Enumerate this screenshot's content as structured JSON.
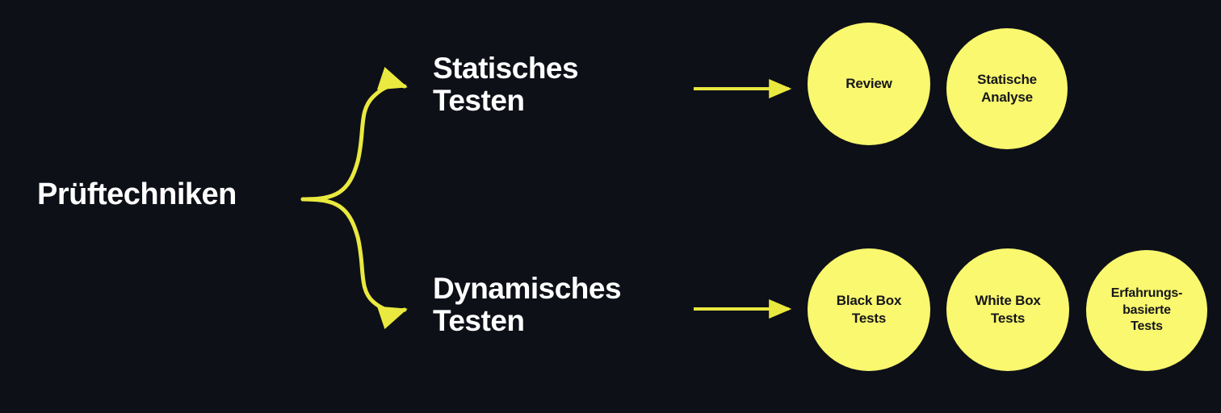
{
  "theme": {
    "background": "#0e1018",
    "circle_fill": "#f9f86e",
    "connector_yellow": "#e9e93f",
    "node_text_color": "#ffffff",
    "circle_text_color": "#16161c"
  },
  "diagram": {
    "type": "tree",
    "root": {
      "label": "Prüftechniken"
    },
    "branches": [
      {
        "id": "static",
        "label": "Statisches\nTesten",
        "leaves": [
          {
            "id": "review",
            "label": "Review"
          },
          {
            "id": "statische-analyse",
            "label": "Statische\nAnalyse"
          }
        ]
      },
      {
        "id": "dynamic",
        "label": "Dynamisches\nTesten",
        "leaves": [
          {
            "id": "black-box-tests",
            "label": "Black Box\nTests"
          },
          {
            "id": "white-box-tests",
            "label": "White Box\nTests"
          },
          {
            "id": "erfahrungsbasierte-tests",
            "label": "Erfahrungs-\nbasierte\nTests"
          }
        ]
      }
    ],
    "connectors": [
      {
        "id": "fork-to-static",
        "kind": "curved-arrow"
      },
      {
        "id": "fork-to-dynamic",
        "kind": "curved-arrow"
      },
      {
        "id": "static-to-leaves",
        "kind": "straight-arrow"
      },
      {
        "id": "dynamic-to-leaves",
        "kind": "straight-arrow"
      }
    ]
  }
}
